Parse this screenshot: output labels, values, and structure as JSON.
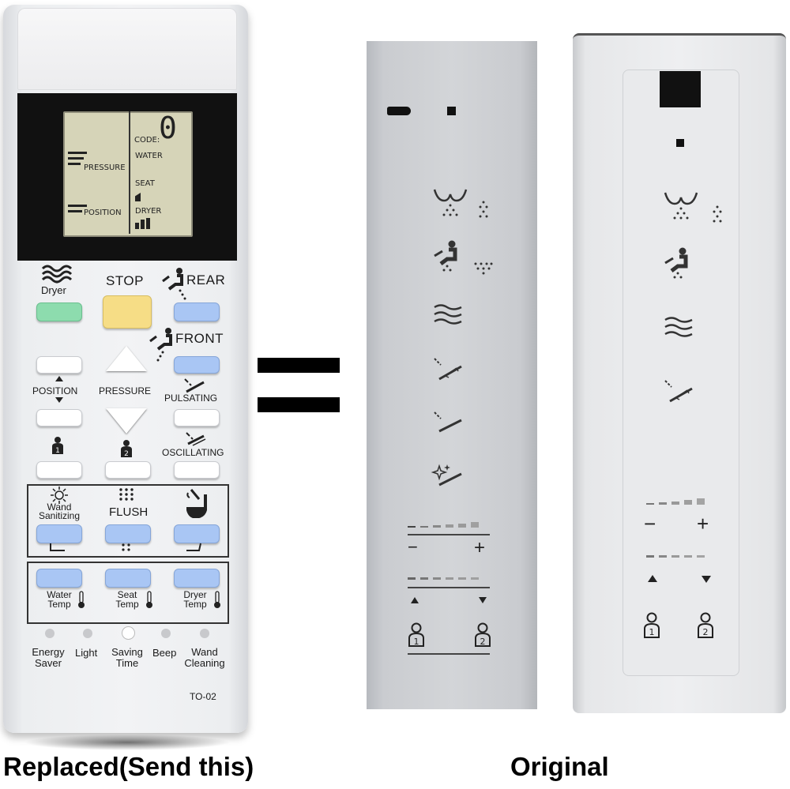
{
  "replaced_remote": {
    "lcd": {
      "code_label": "CODE:",
      "code_digit": "0",
      "water_label": "WATER",
      "pressure_label": "PRESSURE",
      "seat_label": "SEAT",
      "position_label": "POSITION",
      "dryer_label": "DRYER"
    },
    "dryer_label": "Dryer",
    "stop_label": "STOP",
    "rear_label": "REAR",
    "front_label": "FRONT",
    "position_label": "POSITION",
    "pressure_label": "PRESSURE",
    "pulsating_label": "PULSATING",
    "oscillating_label": "OSCILLATING",
    "user1_label": "1",
    "user2_label": "2",
    "wand_sanitizing_label": "Wand Sanitizing",
    "flush_label": "FLUSH",
    "water_temp_label": "Water Temp",
    "seat_temp_label": "Seat Temp",
    "dryer_temp_label": "Dryer Temp",
    "energy_saver_label": "Energy Saver",
    "light_label": "Light",
    "saving_time_label": "Saving Time",
    "beep_label": "Beep",
    "wand_cleaning_label": "Wand Cleaning",
    "model_label": "TO-02"
  },
  "original_remote_1": {
    "minus_label": "−",
    "plus_label": "+",
    "user1_label": "1",
    "user2_label": "2"
  },
  "original_remote_2": {
    "minus_label": "−",
    "plus_label": "+",
    "user1_label": "1",
    "user2_label": "2"
  },
  "captions": {
    "left": "Replaced(Send this)",
    "right": "Original"
  },
  "colors": {
    "green_button": "#8ddcae",
    "yellow_button": "#f6dd86",
    "blue_button": "#a9c6f4",
    "lcd": "#d6d4b8"
  }
}
